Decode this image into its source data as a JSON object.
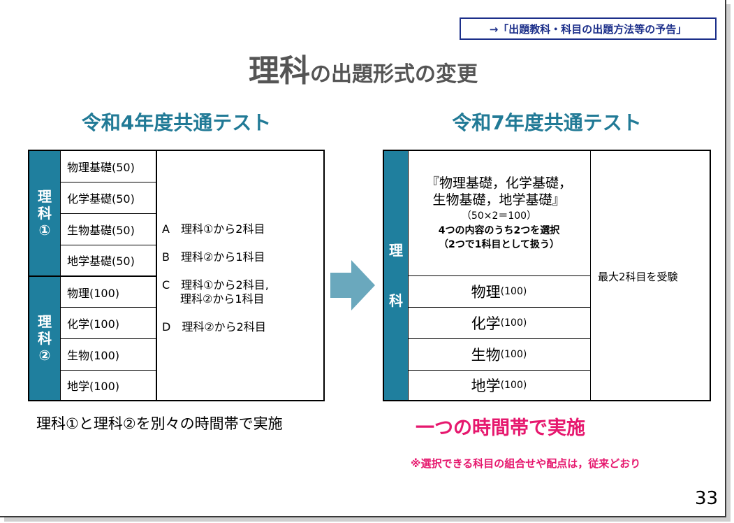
{
  "reference": "→「出題教科・科目の出題方法等の予告」",
  "title": {
    "main": "理科",
    "rest": "の出題形式の変更"
  },
  "left": {
    "heading": "令和4年度共通テスト",
    "group1_label": [
      "理",
      "科",
      "①"
    ],
    "group2_label": [
      "理",
      "科",
      "②"
    ],
    "subjects1": [
      "物理基礎(50)",
      "化学基礎(50)",
      "生物基礎(50)",
      "地学基礎(50)"
    ],
    "subjects2": [
      "物理(100)",
      "化学(100)",
      "生物(100)",
      "地学(100)"
    ],
    "options": {
      "a": "A　理科①から2科目",
      "b": "B　理科②から1科目",
      "c1": "C　理科①から2科目,",
      "c2": "理科②から1科目",
      "d": "D　理科②から2科目"
    },
    "note": "理科①と理科②を別々の時間帯で実施"
  },
  "right": {
    "heading": "令和7年度共通テスト",
    "label": [
      "理",
      "科"
    ],
    "basic_line1": "『物理基礎，化学基礎，",
    "basic_line2": "生物基礎，地学基礎』",
    "basic_points": "（50×2＝100）",
    "basic_choose": "4つの内容のうち2つを選択",
    "basic_treat": "（2つで1科目として扱う）",
    "subjects": [
      {
        "name": "物理",
        "points": "(100)"
      },
      {
        "name": "化学",
        "points": "(100)"
      },
      {
        "name": "生物",
        "points": "(100)"
      },
      {
        "name": "地学",
        "points": "(100)"
      }
    ],
    "max": "最大2科目を受験",
    "note": "一つの時間帯で実施",
    "footnote": "※選択できる科目の組合せや配点は，従来どおり"
  },
  "page_number": "33",
  "colors": {
    "band": "#1f7f9e",
    "heading": "#217a96",
    "accent": "#e6186e",
    "ref": "#1c2f8a",
    "arrow": "#6aa8bd"
  }
}
